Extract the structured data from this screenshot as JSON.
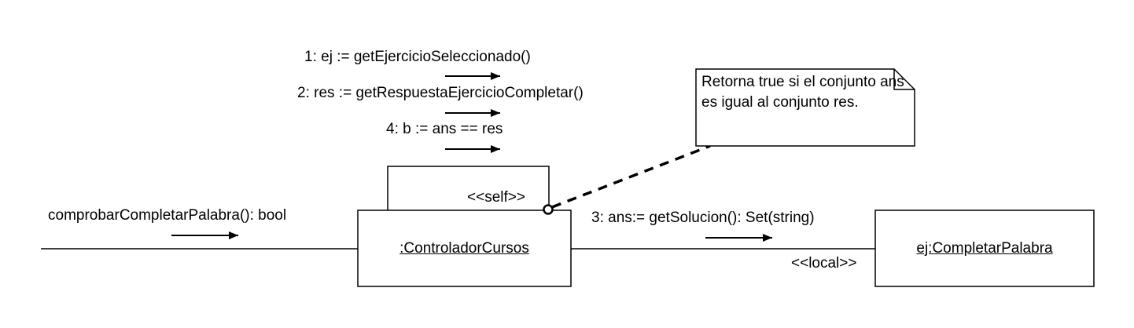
{
  "entry_message": {
    "label": "comprobarCompletarPalabra(): bool"
  },
  "self_messages": [
    {
      "label": "1: ej := getEjercicioSeleccionado()"
    },
    {
      "label": "2: res := getRespuestaEjercicioCompletar()"
    },
    {
      "label": "4: b := ans == res"
    }
  ],
  "self_link": {
    "stereotype": "<<self>>"
  },
  "controller": {
    "name": ":ControladorCursos"
  },
  "association": {
    "message": "3: ans:= getSolucion(): Set(string)",
    "stereotype": "<<local>>"
  },
  "target": {
    "name": "ej:CompletarPalabra"
  },
  "note": {
    "text": "Retorna true si el conjunto ans es igual al conjunto res."
  }
}
